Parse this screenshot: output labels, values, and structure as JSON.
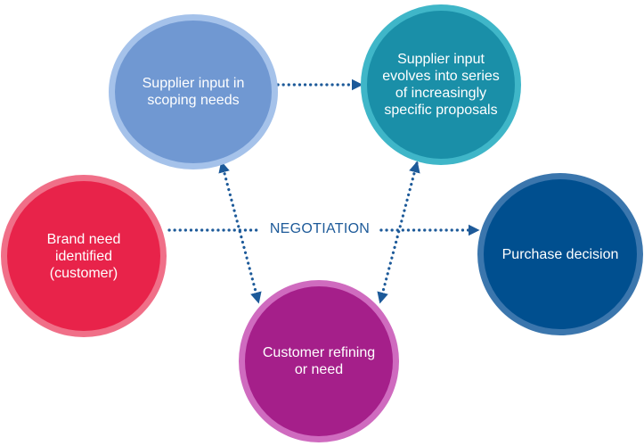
{
  "nodes": {
    "scoping": {
      "label": "Supplier input in\nscoping needs",
      "fill": "#7098d2",
      "ring": "#a5c2ea"
    },
    "proposals": {
      "label": "Supplier input\nevolves into series\nof increasingly\nspecific proposals",
      "fill": "#1a8fa8",
      "ring": "#3fb6c8"
    },
    "brand_need": {
      "label": "Brand need\nidentified\n(customer)",
      "fill": "#e8234a",
      "ring": "#f06f88"
    },
    "refining": {
      "label": "Customer refining\nor need",
      "fill": "#a51f8a",
      "ring": "#cf6bbf"
    },
    "purchase": {
      "label": "Purchase decision",
      "fill": "#004f8f",
      "ring": "#3b76ad"
    }
  },
  "connector": {
    "label": "NEGOTIATION",
    "color": "#1d5a99"
  }
}
